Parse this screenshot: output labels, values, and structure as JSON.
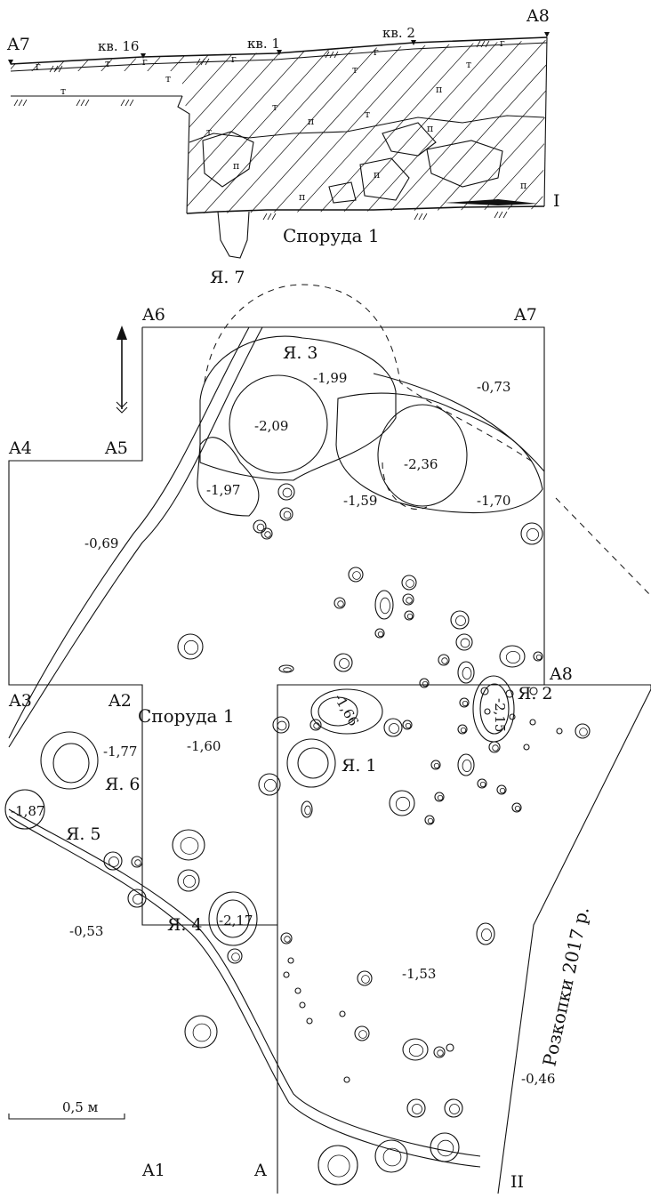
{
  "section": {
    "points": {
      "a7": "A7",
      "a8": "A8"
    },
    "squares": {
      "sq16": "кв. 16",
      "sq1": "кв. 1",
      "sq2": "кв. 2"
    },
    "soil_marks": {
      "turf": "г",
      "clay": "т",
      "sand": "п"
    },
    "structure_label": "Споруда 1",
    "pit7_label": "Я. 7",
    "profile_number": "I"
  },
  "plan": {
    "points": {
      "a1": "A1",
      "a2": "A2",
      "a3": "A3",
      "a4": "A4",
      "a5": "A5",
      "a6": "A6",
      "a7": "A7",
      "a8": "A8",
      "a": "A"
    },
    "pits": {
      "p1": "Я. 1",
      "p2": "Я. 2",
      "p3": "Я. 3",
      "p4": "Я. 4",
      "p5": "Я. 5",
      "p6": "Я. 6"
    },
    "depths": {
      "d1": "-1,99",
      "d2": "-2,09",
      "d3": "-0,73",
      "d4": "-2,36",
      "d5": "-1,97",
      "d6": "-1,59",
      "d7": "-1,70",
      "d8": "-0,69",
      "d9": "-2,15",
      "d10": "-1,60",
      "d11": "-1,77",
      "d12": "-1,87",
      "d13": "-0,53",
      "d14": "-2,17",
      "d15": "-1,66",
      "d16": "-1,53",
      "d17": "-0,46"
    },
    "structure_label": "Споруда 1",
    "excavation_label": "Розкопки 2017 р.",
    "profile_number": "II",
    "scale_label": "0,5 м"
  }
}
